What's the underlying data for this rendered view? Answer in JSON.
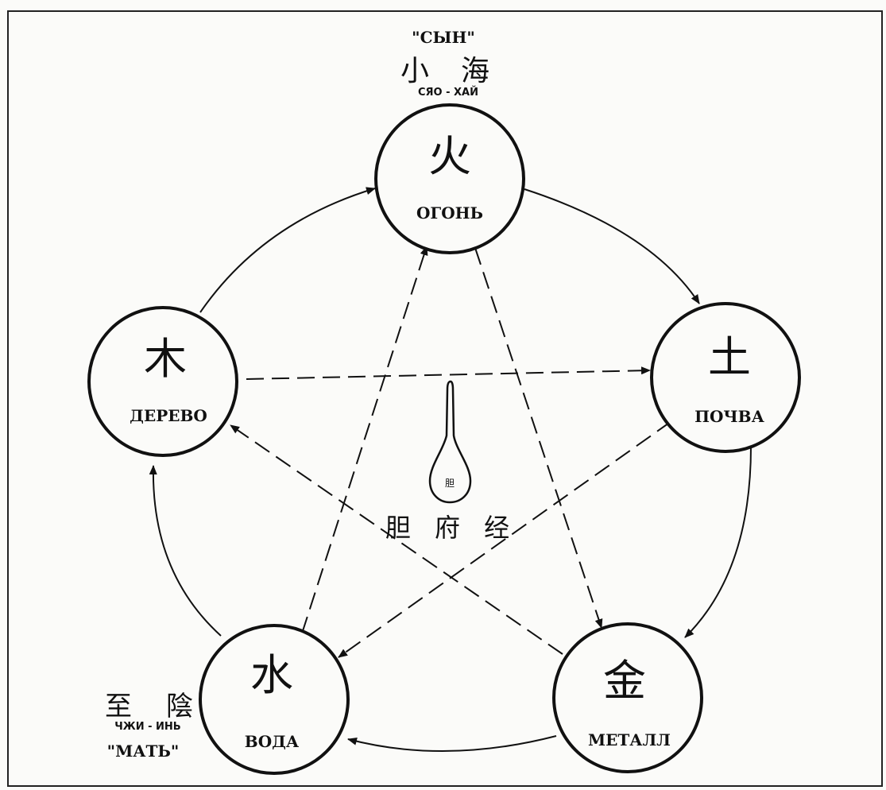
{
  "colors": {
    "ink": "#111111",
    "paper": "#fbfbf9"
  },
  "nodes": [
    {
      "id": "fire",
      "char": "火",
      "label": "ОГОНЬ"
    },
    {
      "id": "earth",
      "char": "土",
      "label": "ПОЧВА"
    },
    {
      "id": "metal",
      "char": "金",
      "label": "МЕТАЛЛ"
    },
    {
      "id": "water",
      "char": "水",
      "label": "ВОДА"
    },
    {
      "id": "wood",
      "char": "木",
      "label": "ДЕРЕВО"
    }
  ],
  "son": {
    "label": "\"СЫН\"",
    "chars": [
      "小",
      "海"
    ],
    "translit": "СЯО - ХАЙ"
  },
  "mother": {
    "chars": [
      "至",
      "陰"
    ],
    "translit": "ЧЖИ - ИНЬ",
    "label": "\"МАТЬ\""
  },
  "center": {
    "organ_char": "胆",
    "title": "胆 府 经"
  }
}
